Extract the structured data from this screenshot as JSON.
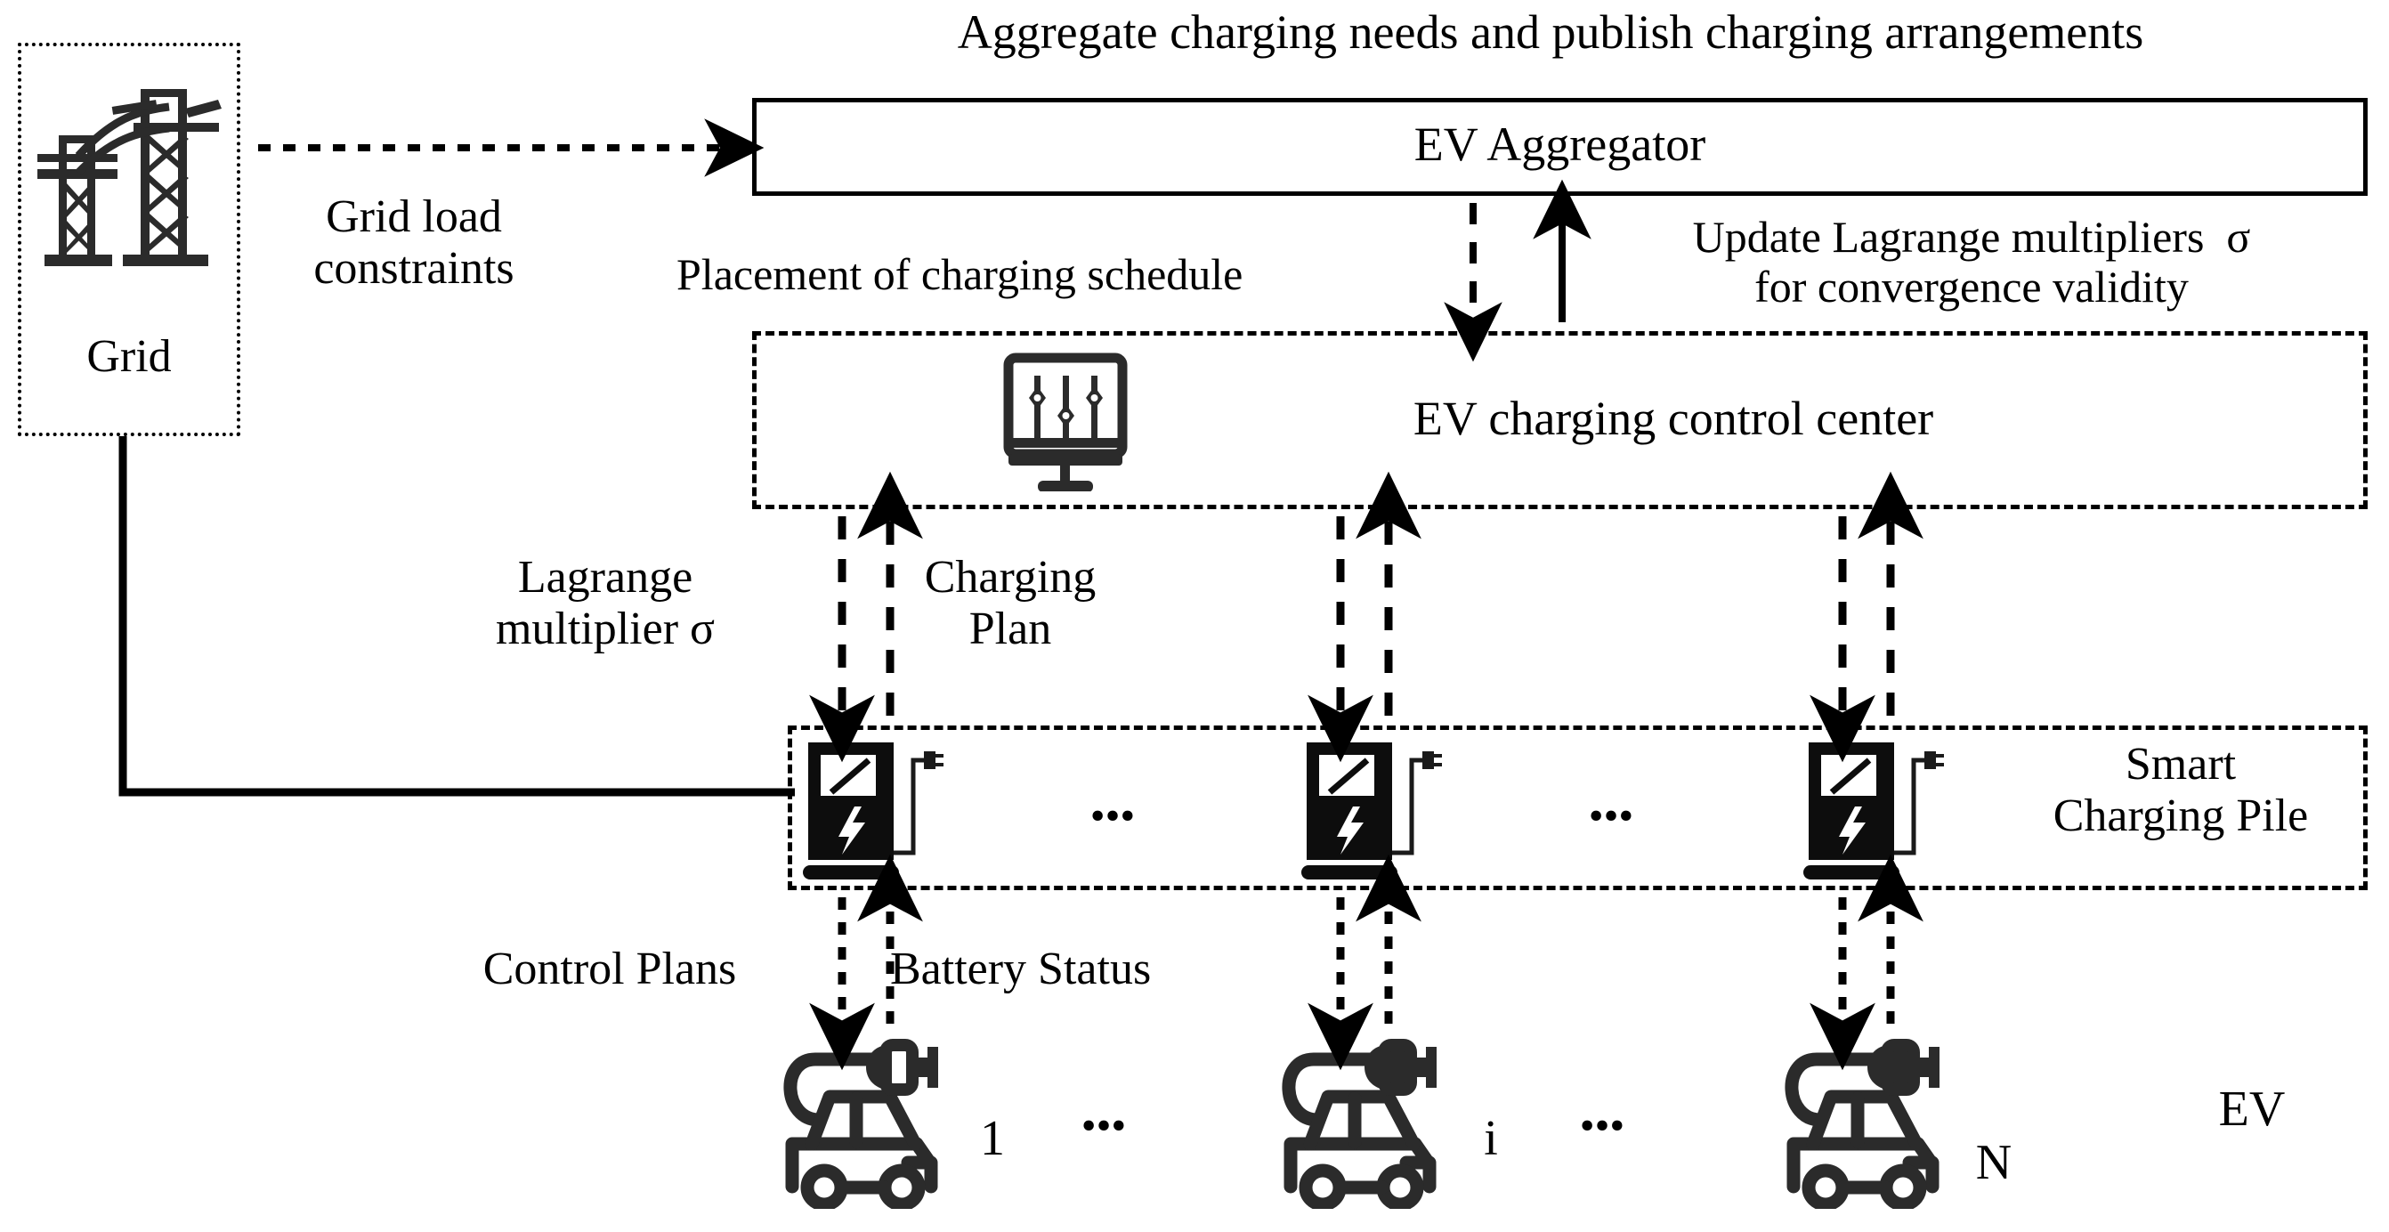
{
  "diagram": {
    "title": "Aggregate charging needs and publish charging arrangements",
    "nodes": {
      "grid": {
        "label": "Grid",
        "icon": "power-tower-icon"
      },
      "aggregator": {
        "label": "EV Aggregator"
      },
      "control_center": {
        "label": "EV charging control center",
        "icon": "control-monitor-icon"
      },
      "smart_pile_group": {
        "label": "Smart\nCharging Pile",
        "icon": "charging-pile-icon"
      },
      "ev_group": {
        "label": "EV",
        "icon": "electric-car-icon"
      }
    },
    "edge_labels": {
      "grid_load": "Grid load\nconstraints",
      "placement": "Placement of charging schedule",
      "update_lagrange": "Update Lagrange multipliers  σ\nfor convergence validity",
      "lagrange_multiplier": "Lagrange\nmultiplier σ",
      "charging_plan": "Charging\nPlan",
      "control_plans": "Control Plans",
      "battery_status": "Battery Status"
    },
    "pile_indices": [
      "",
      "",
      ""
    ],
    "ev_indices": [
      "1",
      "i",
      "N"
    ],
    "ellipses": [
      "•••",
      "•••",
      "•••",
      "•••"
    ],
    "colors": {
      "stroke": "#000000",
      "fill": "#ffffff",
      "icon": "#2b2b2b"
    }
  }
}
